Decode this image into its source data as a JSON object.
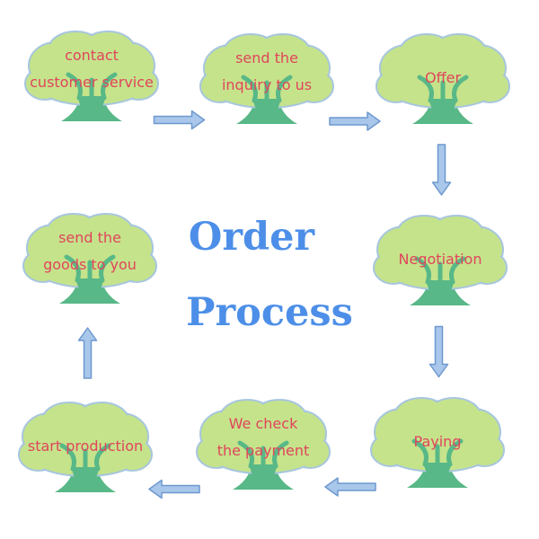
{
  "title": {
    "line1": "Order",
    "line2": "Process"
  },
  "steps": [
    {
      "lines": [
        "contact",
        "customer service"
      ]
    },
    {
      "lines": [
        "send the",
        "inquiry to us"
      ]
    },
    {
      "lines": [
        "Offer"
      ]
    },
    {
      "lines": [
        "Negotiation"
      ]
    },
    {
      "lines": [
        "Paying"
      ]
    },
    {
      "lines": [
        "We check",
        "the payment"
      ]
    },
    {
      "lines": [
        "start production"
      ]
    },
    {
      "lines": [
        "send the",
        "goods to you"
      ]
    }
  ],
  "flow": [
    [
      0,
      1
    ],
    [
      1,
      2
    ],
    [
      2,
      3
    ],
    [
      3,
      4
    ],
    [
      4,
      5
    ],
    [
      5,
      6
    ],
    [
      6,
      7
    ]
  ],
  "colors": {
    "canopy": "#c5e38b",
    "canopy_stroke": "#a7c6de",
    "trunk": "#58b887",
    "label": "#e0455c",
    "title": "#4d8fe8",
    "arrow_fill": "#a9c7ea",
    "arrow_stroke": "#6d98cf"
  }
}
